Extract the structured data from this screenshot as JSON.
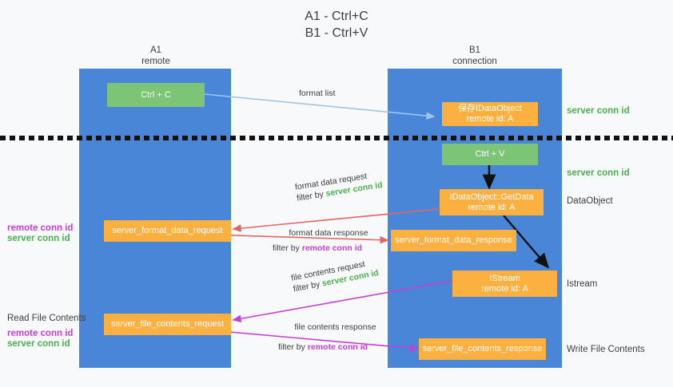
{
  "title": {
    "line1": "A1 - Ctrl+C",
    "line2": "B1 - Ctrl+V"
  },
  "columns": {
    "left": {
      "name": "A1",
      "role": "remote"
    },
    "right": {
      "name": "B1",
      "role": "connection"
    }
  },
  "nodes": {
    "ctrl_c": {
      "label": "Ctrl + C",
      "color": "#7cc576"
    },
    "save_dataobject": {
      "line1": "保存IDataObject",
      "line2": "remote id: A",
      "color": "#fbb040"
    },
    "ctrl_v": {
      "label": "Ctrl + V",
      "color": "#7cc576"
    },
    "getdata": {
      "line1": "IDataObject::GetData",
      "line2": "remote id: A",
      "color": "#fbb040"
    },
    "istream": {
      "line1": "IStream",
      "line2": "remote id: A",
      "color": "#fbb040"
    },
    "server_format_data_request": {
      "label": "server_format_data_request",
      "color": "#fbb040"
    },
    "server_format_data_response": {
      "label": "server_format_data_response",
      "color": "#fbb040"
    },
    "server_file_contents_request": {
      "label": "server_file_contents_request",
      "color": "#fbb040"
    },
    "server_file_contents_response": {
      "label": "server_file_contents_response",
      "color": "#fbb040"
    }
  },
  "annotations": {
    "server_conn_id": "server conn id",
    "remote_conn_id": "remote conn id",
    "dataobject": "DataObject",
    "istream": "Istream",
    "write_file_contents": "Write File Contents",
    "read_file_contents": "Read File Contents"
  },
  "edges": {
    "format_list": {
      "label": "format list",
      "color": "#9fc5e8"
    },
    "format_data_request": {
      "label": "format data request",
      "filter_prefix": "filter by ",
      "filter_key": "server conn id",
      "color": "#e06666"
    },
    "format_data_response": {
      "label": "format data response",
      "filter_prefix": "filter by ",
      "filter_key": "remote conn id",
      "color": "#e06666"
    },
    "file_contents_request": {
      "label": "file contents request",
      "filter_prefix": "filter by ",
      "filter_key": "server conn id",
      "color": "#c640d8"
    },
    "file_contents_response": {
      "label": "file contents response",
      "filter_prefix": "filter by ",
      "filter_key": "remote conn id",
      "color": "#c640d8"
    }
  },
  "colors": {
    "lane": "#4a86d8",
    "green_accent": "#4caf50",
    "magenta_accent": "#c640d8",
    "orange_node": "#fbb040",
    "green_node": "#7cc576",
    "background": "#f8f9fa"
  }
}
